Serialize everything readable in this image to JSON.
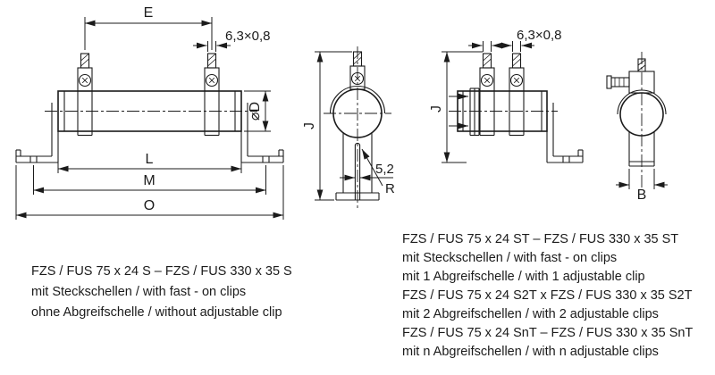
{
  "page": {
    "background": "#ffffff",
    "ink": "#1b1b1b"
  },
  "dim_labels": {
    "E": "E",
    "tab_size_s": "6,3×0,8",
    "tab_size_st": "6,3×0,8",
    "diameter": "⌀D",
    "length_L": "L",
    "length_M": "M",
    "length_O": "O",
    "height_J_s": "J",
    "height_J_st": "J",
    "slot_width": "5,2",
    "slot_radius": "R",
    "bracket_width_B": "B"
  },
  "captions": {
    "s_version": [
      "FZS / FUS 75 x 24 S – FZS / FUS 330 x 35 S",
      "mit Steckschellen / with fast - on clips",
      "ohne Abgreifschelle / without adjustable clip"
    ],
    "st_versions": [
      "FZS / FUS 75 x 24 ST – FZS / FUS 330 x 35 ST",
      "mit Steckschellen / with fast - on clips",
      "mit 1 Abgreifschelle / with 1 adjustable clip",
      "FZS / FUS 75 x 24 S2T x FZS / FUS 330 x 35 S2T",
      "mit 2 Abgreifschellen / with 2 adjustable clips",
      "FZS / FUS 75 x 24 SnT – FZS / FUS 330 x 35 SnT",
      "mit n Abgreifschellen / with n adjustable clips"
    ]
  }
}
